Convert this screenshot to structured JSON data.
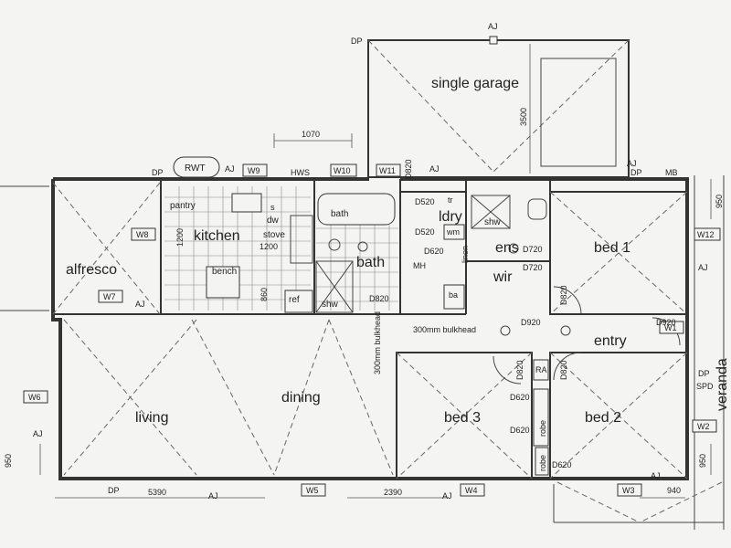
{
  "rooms": {
    "single_garage": "single garage",
    "alfresco": "alfresco",
    "kitchen": "kitchen",
    "pantry": "pantry",
    "bench": "bench",
    "stove": "stove",
    "dw": "dw",
    "ref": "ref",
    "s": "s",
    "bath_tub": "bath",
    "bath": "bath",
    "shw_bath": "shw",
    "ldry": "ldry",
    "tr": "tr",
    "wm": "wm",
    "linen": "linen",
    "mh": "MH",
    "ba": "ba",
    "shw_ens": "shw",
    "ens": "ens",
    "wir": "wir",
    "bed1": "bed 1",
    "entry": "entry",
    "living": "living",
    "dining": "dining",
    "bed3": "bed 3",
    "bed2": "bed 2",
    "ra": "RA",
    "robe1": "robe",
    "robe2": "robe",
    "veranda": "veranda"
  },
  "labels": {
    "rwt": "RWT",
    "dp_left": "DP",
    "dp_garage": "DP",
    "dp_garage_right": "DP",
    "dp_bottom": "DP",
    "dp_right": "DP",
    "mb": "MB",
    "hws": "HWS",
    "spd": "SPD",
    "aj_top": "AJ",
    "aj_kitchen": "AJ",
    "aj_ldry": "AJ",
    "aj_garage_right": "AJ",
    "aj_alfresco": "AJ",
    "aj_left": "AJ",
    "aj_bottom_left": "AJ",
    "aj_bottom_mid": "AJ",
    "aj_bottom_right": "AJ",
    "aj_right": "AJ",
    "bulkhead_left": "300mm bulkhead",
    "bulkhead_right": "300mm bulkhead"
  },
  "windows": {
    "w1": "W1",
    "w2": "W2",
    "w3": "W3",
    "w4": "W4",
    "w5": "W5",
    "w6": "W6",
    "w7": "W7",
    "w8": "W8",
    "w9": "W9",
    "w10": "W10",
    "w11": "W11",
    "w12": "W12"
  },
  "doors": {
    "d820_ldry": "D820",
    "d520_a": "D520",
    "d520_b": "D520",
    "d620_ldry": "D620",
    "d720_a": "D720",
    "d720_b": "D720",
    "d820_bath": "D820",
    "d820_bed1": "D820",
    "d920_a": "D920",
    "d920_b": "D920",
    "d820_bed3": "D820",
    "d820_bed2": "D820",
    "d620_a": "D620",
    "d620_b": "D620",
    "d620_c": "D620"
  },
  "dimensions": {
    "d1070": "1070",
    "d3500": "3500",
    "d1200_a": "1200",
    "d1200_b": "1200",
    "d860": "860",
    "d950_right": "950",
    "d950_left": "950",
    "d950_right_bottom": "950",
    "d5390": "5390",
    "d2390": "2390",
    "d940": "940"
  }
}
